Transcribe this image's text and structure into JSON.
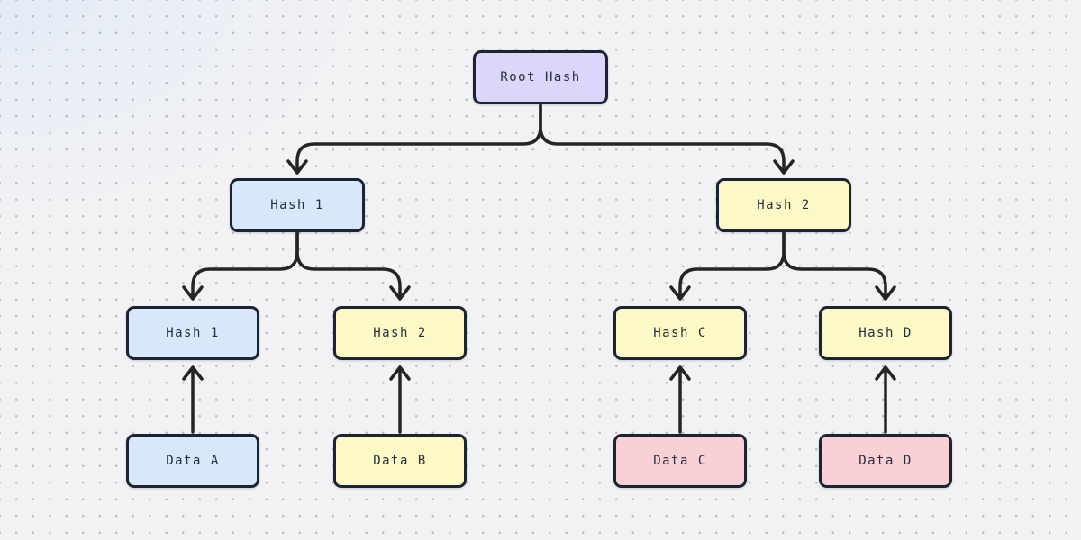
{
  "diagram": {
    "type": "merkle-tree",
    "colors": {
      "background": "#f2f2f4",
      "background_tint_top_left": "#e3ebf7",
      "dot_grid": "#8a8f99",
      "node_border": "#1a2433",
      "arrow": "#232425",
      "label_text": "#252e3d",
      "fill_lavender": "#ddd6fb",
      "fill_blue": "#d7e8fc",
      "fill_yellow": "#fdf9c7",
      "fill_pink": "#f8d0d6"
    },
    "nodes": {
      "root": {
        "label": "Root Hash",
        "fill": "#ddd6fb"
      },
      "hash1_mid": {
        "label": "Hash 1",
        "fill": "#d7e8fc"
      },
      "hash2_mid": {
        "label": "Hash 2",
        "fill": "#fdf9c7"
      },
      "hash1_leaf": {
        "label": "Hash 1",
        "fill": "#d7e8fc"
      },
      "hash2_leaf": {
        "label": "Hash 2",
        "fill": "#fdf9c7"
      },
      "hashC_leaf": {
        "label": "Hash C",
        "fill": "#fdf9c7"
      },
      "hashD_leaf": {
        "label": "Hash D",
        "fill": "#fdf9c7"
      },
      "dataA": {
        "label": "Data A",
        "fill": "#d7e8fc"
      },
      "dataB": {
        "label": "Data B",
        "fill": "#fdf9c7"
      },
      "dataC": {
        "label": "Data C",
        "fill": "#f8d0d6"
      },
      "dataD": {
        "label": "Data D",
        "fill": "#f8d0d6"
      }
    },
    "edges": [
      {
        "from": "Root Hash",
        "to": "Hash 1 (mid)",
        "direction": "down"
      },
      {
        "from": "Root Hash",
        "to": "Hash 2 (mid)",
        "direction": "down"
      },
      {
        "from": "Hash 1 (mid)",
        "to": "Hash 1 (leaf)",
        "direction": "down"
      },
      {
        "from": "Hash 1 (mid)",
        "to": "Hash 2 (leaf)",
        "direction": "down"
      },
      {
        "from": "Hash 2 (mid)",
        "to": "Hash C (leaf)",
        "direction": "down"
      },
      {
        "from": "Hash 2 (mid)",
        "to": "Hash D (leaf)",
        "direction": "down"
      },
      {
        "from": "Data A",
        "to": "Hash 1 (leaf)",
        "direction": "up"
      },
      {
        "from": "Data B",
        "to": "Hash 2 (leaf)",
        "direction": "up"
      },
      {
        "from": "Data C",
        "to": "Hash C (leaf)",
        "direction": "up"
      },
      {
        "from": "Data D",
        "to": "Hash D (leaf)",
        "direction": "up"
      }
    ]
  }
}
